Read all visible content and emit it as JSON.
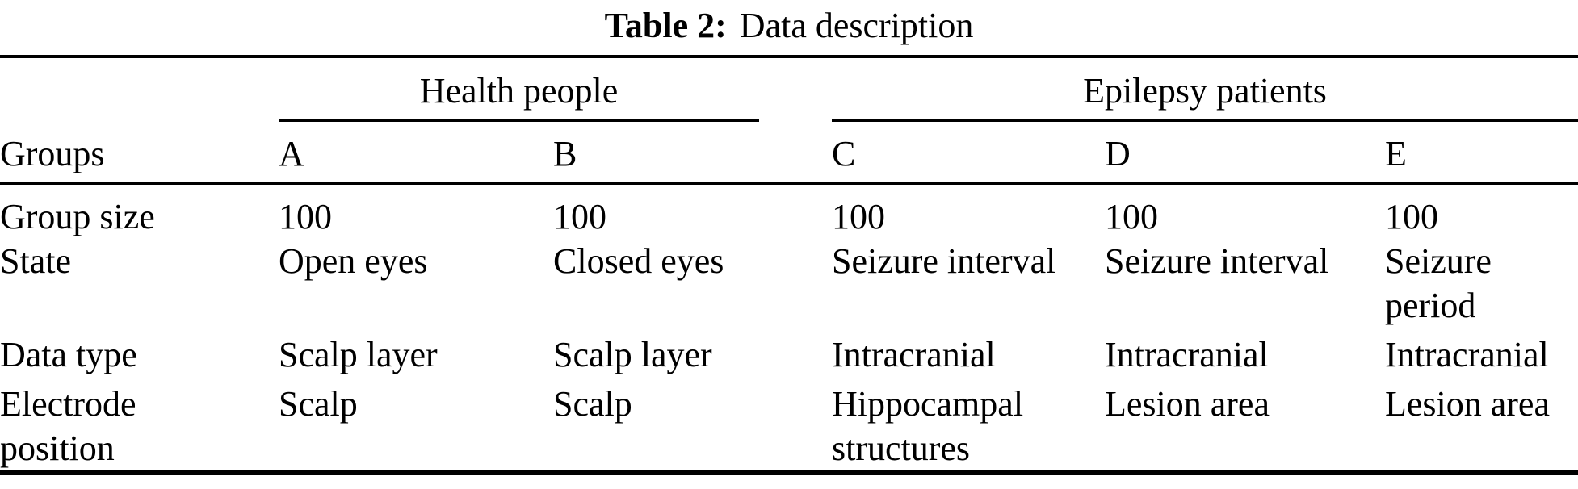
{
  "caption": {
    "label": "Table 2:",
    "text": "Data description"
  },
  "table": {
    "span_headers": [
      {
        "label": "Health people",
        "span": 2
      },
      {
        "label": "Epilepsy patients",
        "span": 3
      }
    ],
    "corner_label": "Groups",
    "group_columns": [
      "A",
      "B",
      "C",
      "D",
      "E"
    ],
    "rows": [
      {
        "label": "Group size",
        "values": [
          "100",
          "100",
          "100",
          "100",
          "100"
        ]
      },
      {
        "label": "State",
        "values": [
          "Open eyes",
          "Closed eyes",
          "Seizure interval",
          "Seizure interval",
          "Seizure period"
        ]
      },
      {
        "label": "Data type",
        "values": [
          "Scalp layer",
          "Scalp layer",
          "Intracranial",
          "Intracranial",
          "Intracranial"
        ]
      },
      {
        "label": "Electrode position",
        "values": [
          "Scalp",
          "Scalp",
          "Hippocampal structures",
          "Lesion area",
          "Lesion area"
        ]
      }
    ]
  },
  "colors": {
    "text": "#000000",
    "rule": "#000000",
    "background": "#ffffff"
  }
}
